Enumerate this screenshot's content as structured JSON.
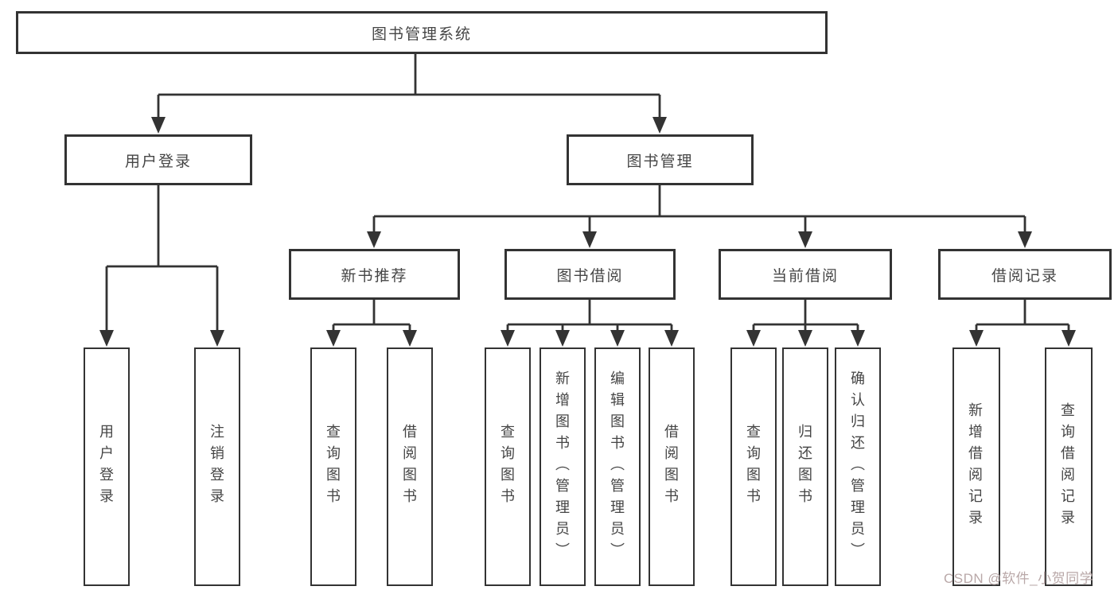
{
  "diagram": {
    "root": "图书管理系统",
    "level2": {
      "user_login": "用户登录",
      "book_management": "图书管理"
    },
    "level3": {
      "new_book_recommend": "新书推荐",
      "book_borrow": "图书借阅",
      "current_borrow": "当前借阅",
      "borrow_record": "借阅记录"
    },
    "leaves": {
      "user_login": "用户登录",
      "logout": "注销登录",
      "nb_query_book": "查询图书",
      "nb_borrow_book": "借阅图书",
      "bb_query_book": "查询图书",
      "bb_add_book_admin": "新增图书（管理员）",
      "bb_edit_book_admin": "编辑图书（管理员）",
      "bb_borrow_book": "借阅图书",
      "cb_query_book": "查询图书",
      "cb_return_book": "归还图书",
      "cb_confirm_return_admin": "确认归还（管理员）",
      "br_add_record": "新增借阅记录",
      "br_query_record": "查询借阅记录"
    },
    "watermark": "CSDN @软件_小贺同学",
    "colors": {
      "line": "#333333",
      "text": "#454545",
      "background": "#ffffff",
      "watermark": "#b9a8a8"
    }
  }
}
